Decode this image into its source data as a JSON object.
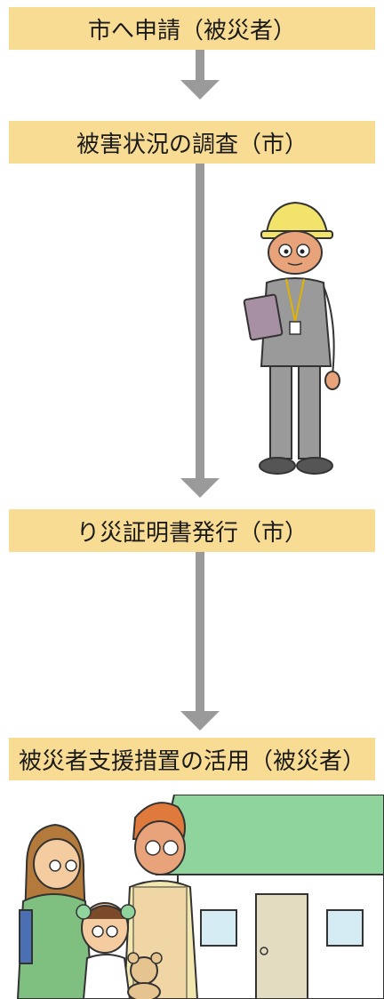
{
  "steps": [
    {
      "label": "市へ申請（被災者）"
    },
    {
      "label": "被害状況の調査（市）"
    },
    {
      "label": "り災証明書発行（市）"
    },
    {
      "label": "被災者支援措置の活用（被災者）"
    }
  ],
  "colors": {
    "step_bg": "#f9dc93",
    "arrow": "#9a9a9a",
    "roof": "#8fd39d",
    "wall": "#ffffff",
    "suit": "#9a9a9a",
    "helmet": "#f2e36b"
  },
  "illustrations": {
    "inspector": "inspector-with-helmet-and-clipboard",
    "family": "family-in-front-of-house"
  }
}
